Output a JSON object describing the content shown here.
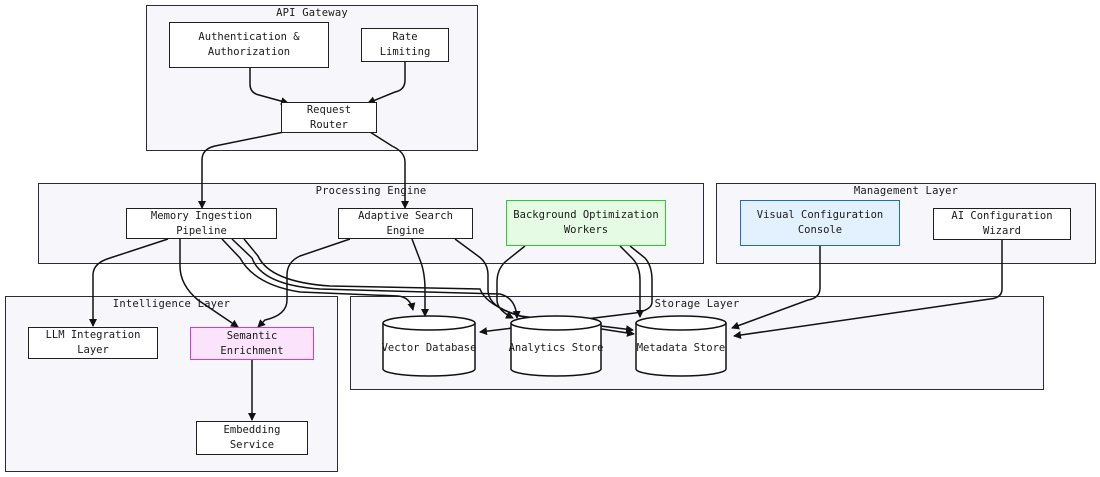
{
  "groups": {
    "api_gateway": "API Gateway",
    "processing_engine": "Processing Engine",
    "management_layer": "Management Layer",
    "intelligence_layer": "Intelligence Layer",
    "storage_layer": "Storage Layer"
  },
  "nodes": {
    "auth": "Authentication &\nAuthorization",
    "rate_limiting": "Rate Limiting",
    "request_router": "Request Router",
    "memory_ingestion": "Memory Ingestion Pipeline",
    "adaptive_search": "Adaptive Search Engine",
    "background_workers": "Background Optimization\nWorkers",
    "visual_console": "Visual Configuration\nConsole",
    "ai_wizard": "AI Configuration Wizard",
    "llm_integration": "LLM Integration Layer",
    "semantic_enrichment": "Semantic Enrichment",
    "embedding_service": "Embedding Service",
    "vector_db": "Vector Database",
    "analytics_store": "Analytics Store",
    "metadata_store": "Metadata Store"
  },
  "colors": {
    "background_workers_fill": "#e6fbe4",
    "background_workers_border": "#2fcc2f",
    "visual_console_fill": "#e2f1fd",
    "visual_console_border": "#1e6fb8",
    "semantic_enrichment_fill": "#fbe3fb",
    "semantic_enrichment_border": "#d43ad4"
  }
}
